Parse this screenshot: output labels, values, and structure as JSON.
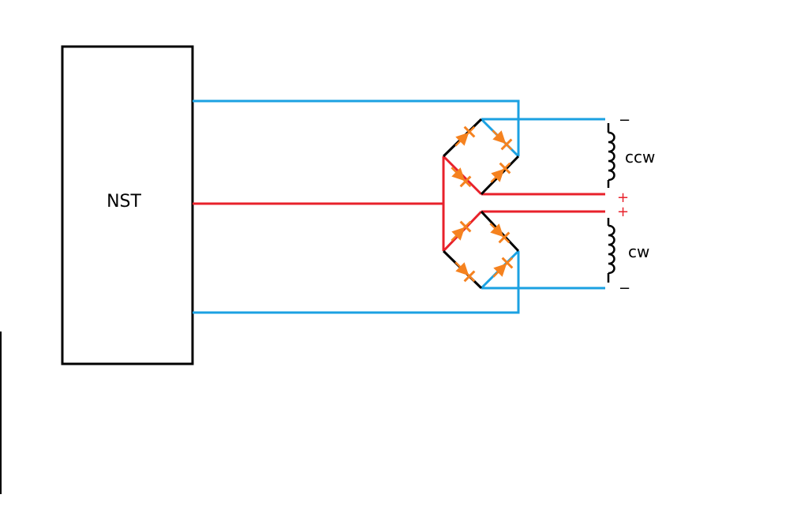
{
  "diagram": {
    "transformer_label": "NST",
    "coil_top_label": "ccw",
    "coil_bottom_label": "cw",
    "coil_top_sign_top": "−",
    "coil_top_sign_bottom": "+",
    "coil_bottom_sign_top": "+",
    "coil_bottom_sign_bottom": "−"
  },
  "colors": {
    "outer_wire": "#1ba1e2",
    "center_wire": "#e8212b",
    "diode": "#f5821f",
    "bridge_wire": "#000000",
    "plus_sign": "#e8212b",
    "minus_sign": "#000000"
  }
}
